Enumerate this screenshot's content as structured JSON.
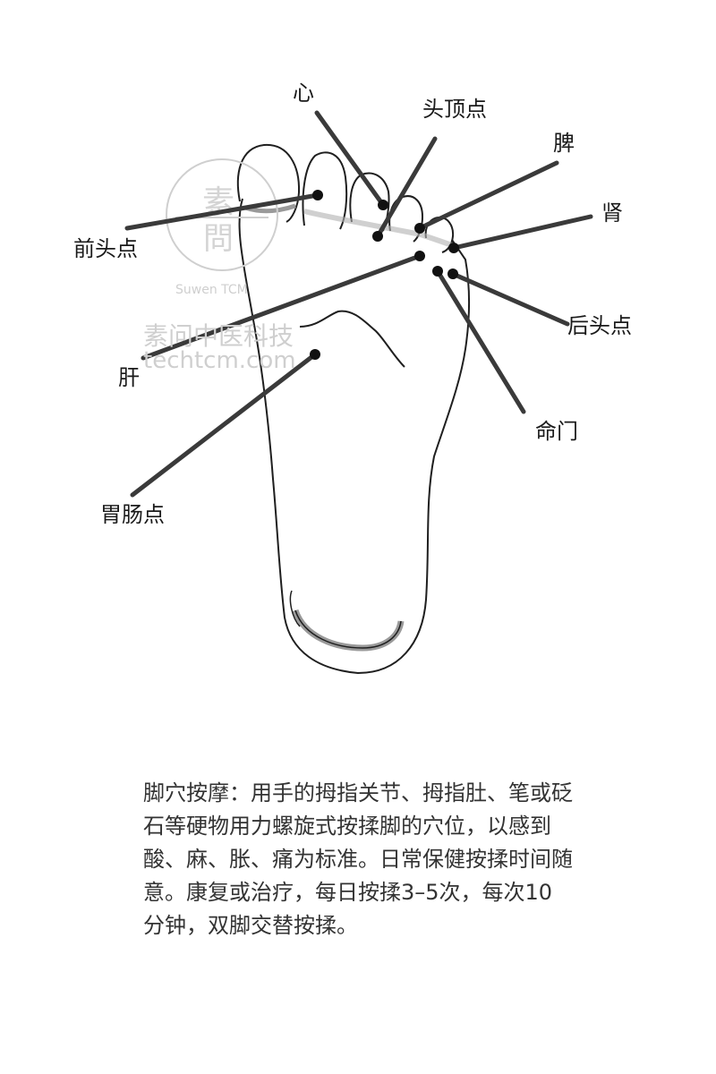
{
  "diagram": {
    "labels": {
      "xin": "心",
      "toudingdian": "头顶点",
      "pi": "脾",
      "shen": "肾",
      "qiantoudian": "前头点",
      "houtoudian": "后头点",
      "gan": "肝",
      "mingmen": "命门",
      "weichangdian": "胃肠点"
    },
    "colors": {
      "leader": "#3a3a3a",
      "outline": "#1f1f1f",
      "shade": "#9a9a9a"
    }
  },
  "watermark": {
    "seal_top": "素",
    "seal_bottom": "問",
    "brand_en": "Suwen TCM",
    "brand_cn": "素问中医科技",
    "domain": "techtcm.com"
  },
  "caption": "脚穴按摩：用手的拇指关节、拇指肚、笔或砭石等硬物用力螺旋式按揉脚的穴位，以感到酸、麻、胀、痛为标准。日常保健按揉时间随意。康复或治疗，每日按揉3–5次，每次10分钟，双脚交替按揉。"
}
